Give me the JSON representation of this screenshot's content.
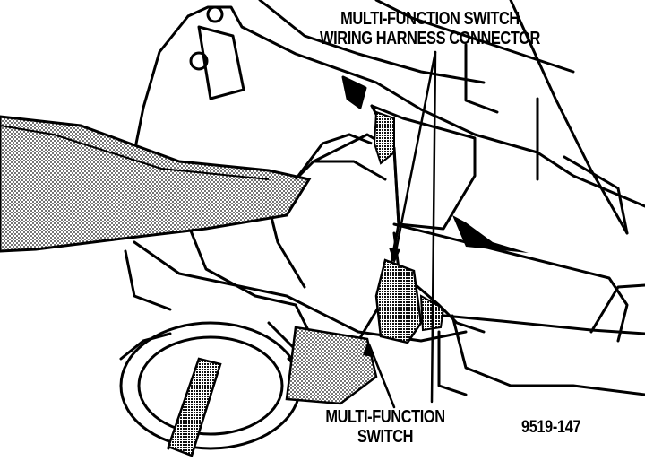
{
  "labels": {
    "connector_line1": "MULTI-FUNCTION SWITCH",
    "connector_line2": "WIRING HARNESS CONNECTOR",
    "switch_line1": "MULTI-FUNCTION",
    "switch_line2": "SWITCH",
    "figure_number": "9519-147"
  },
  "colors": {
    "ink": "#000000",
    "paper": "#ffffff",
    "stipple": "#6e6e6e"
  }
}
